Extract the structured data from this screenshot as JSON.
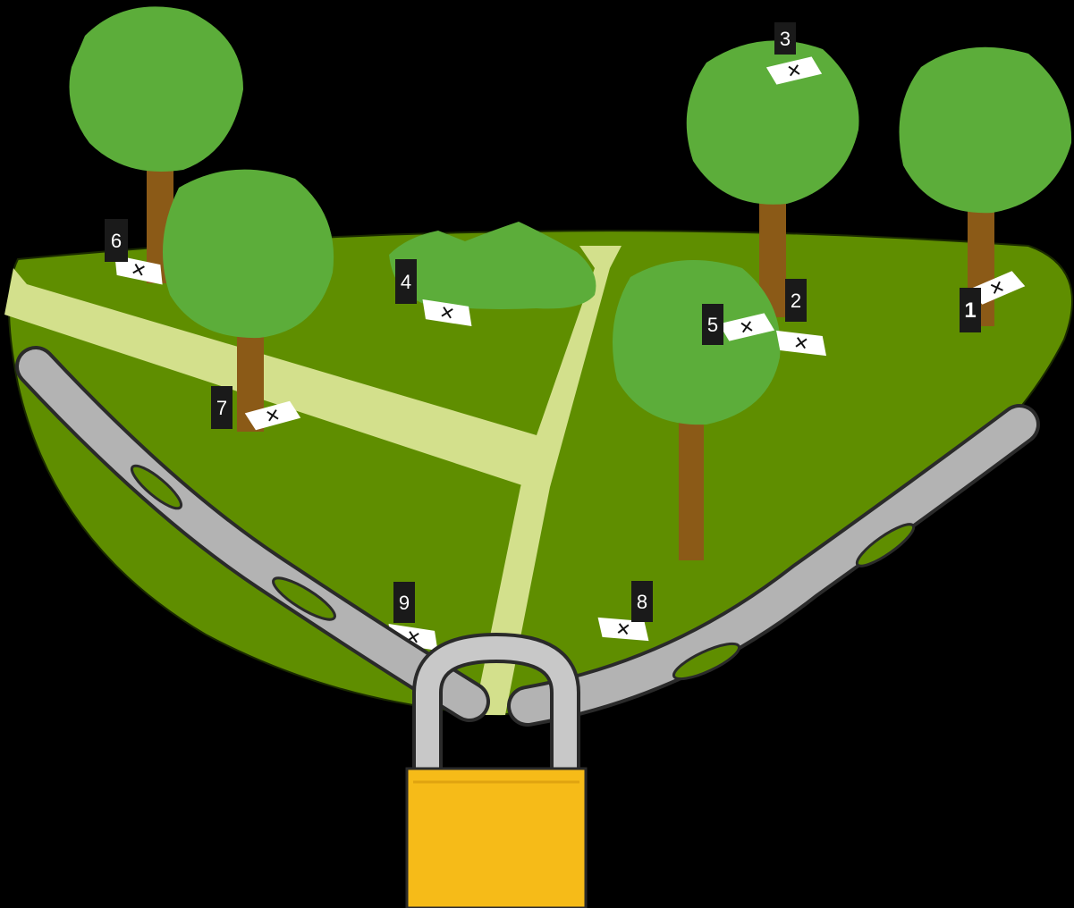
{
  "markers": [
    {
      "id": "marker-1",
      "label": "1"
    },
    {
      "id": "marker-2",
      "label": "2"
    },
    {
      "id": "marker-3",
      "label": "3"
    },
    {
      "id": "marker-4",
      "label": "4"
    },
    {
      "id": "marker-5",
      "label": "5"
    },
    {
      "id": "marker-6",
      "label": "6"
    },
    {
      "id": "marker-7",
      "label": "7"
    },
    {
      "id": "marker-8",
      "label": "8"
    },
    {
      "id": "marker-9",
      "label": "9"
    }
  ],
  "x_symbol": "✕",
  "colors": {
    "background": "#000000",
    "grass": "#5f8e00",
    "path": "#d3e08c",
    "tree_foliage": "#5cad3a",
    "trunk": "#8b5a17",
    "chain": "#b3b3b3",
    "chain_outline": "#2a2a2a",
    "padlock_body": "#f6bb18",
    "label_bg": "#1a1a1a",
    "label_text": "#ffffff"
  },
  "icons": [
    "tree-icon",
    "bush-icon",
    "chain-icon",
    "padlock-icon",
    "x-marker-icon"
  ]
}
